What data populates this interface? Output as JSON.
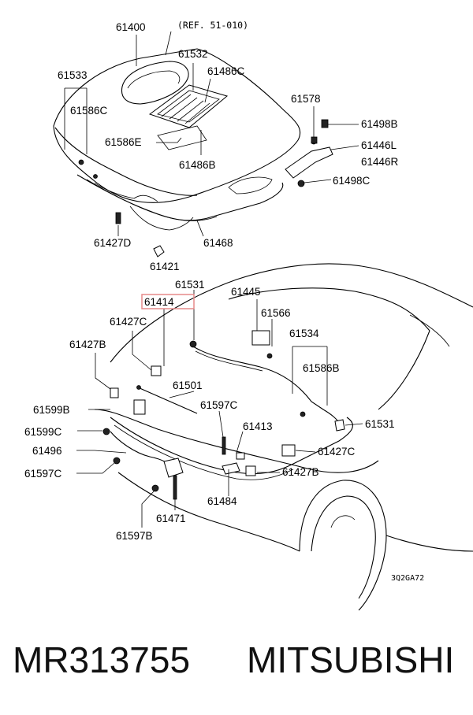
{
  "diagram": {
    "ref_note": "(REF. 51-010)",
    "image_code": "3Q2GA72",
    "highlight_color": "#e58a8a",
    "labels": {
      "l61400": "61400",
      "l61533": "61533",
      "l61586c": "61586C",
      "l61532": "61532",
      "l61486c": "61486C",
      "l61586e": "61586E",
      "l61486b": "61486B",
      "l61578": "61578",
      "l61498b": "61498B",
      "l61446l": "61446L",
      "l61446r": "61446R",
      "l61498c": "61498C",
      "l61427d": "61427D",
      "l61468": "61468",
      "l61421": "61421",
      "l61531a": "61531",
      "l61414": "61414",
      "l61445": "61445",
      "l61566": "61566",
      "l61427c_a": "61427C",
      "l61534": "61534",
      "l61427b_a": "61427B",
      "l61586b": "61586B",
      "l61501": "61501",
      "l61599b": "61599B",
      "l61597c_a": "61597C",
      "l61599c": "61599C",
      "l61413": "61413",
      "l61531b": "61531",
      "l61496": "61496",
      "l61427c_b": "61427C",
      "l61597c_b": "61597C",
      "l61427b_b": "61427B",
      "l61484": "61484",
      "l61471": "61471",
      "l61597b": "61597B"
    }
  },
  "footer": {
    "part_number": "MR313755",
    "brand": "MITSUBISHI"
  }
}
